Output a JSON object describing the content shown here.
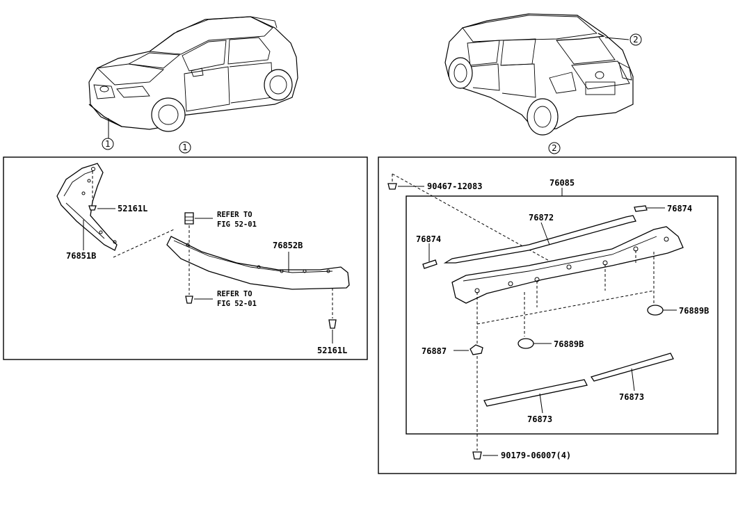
{
  "callouts": {
    "front_car": "1",
    "front_section": "1",
    "rear_car": "2",
    "rear_section": "2"
  },
  "front_parts": {
    "bracket_clip_top": "52161L",
    "lower_spoiler": "76851B",
    "front_spoiler": "76852B",
    "refer_top_line1": "REFER TO",
    "refer_top_line2": "FIG 52-01",
    "refer_bottom_line1": "REFER TO",
    "refer_bottom_line2": "FIG 52-01",
    "clip_bottom": "52161L"
  },
  "rear_parts": {
    "clip_top": "90467-12083",
    "spoiler_assy": "76085",
    "seal_upper": "76872",
    "pad_right": "76874",
    "pad_left": "76874",
    "cushion_right": "76889B",
    "cushion_mid": "76889B",
    "cushion_left": "76887",
    "tape_left": "76873",
    "tape_right": "76873",
    "nut_bottom": "90179-06007(4)"
  }
}
